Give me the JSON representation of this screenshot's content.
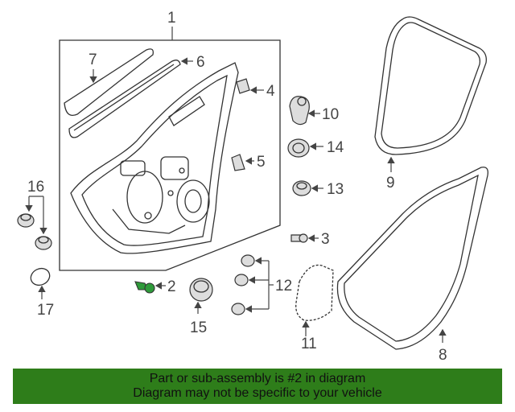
{
  "diagram": {
    "callouts": {
      "c1": "1",
      "c2": "2",
      "c3": "3",
      "c4": "4",
      "c5": "5",
      "c6": "6",
      "c7": "7",
      "c8": "8",
      "c9": "9",
      "c10": "10",
      "c11": "11",
      "c12": "12",
      "c13": "13",
      "c14": "14",
      "c15": "15",
      "c16": "16",
      "c17": "17"
    },
    "highlighted_part": "2"
  },
  "banner": {
    "line1": "Part or sub-assembly is #2 in diagram",
    "line2": "Diagram may not be specific to your vehicle"
  },
  "colors": {
    "banner_bg": "#2e7d1a",
    "highlight": "#2e9a3a"
  }
}
